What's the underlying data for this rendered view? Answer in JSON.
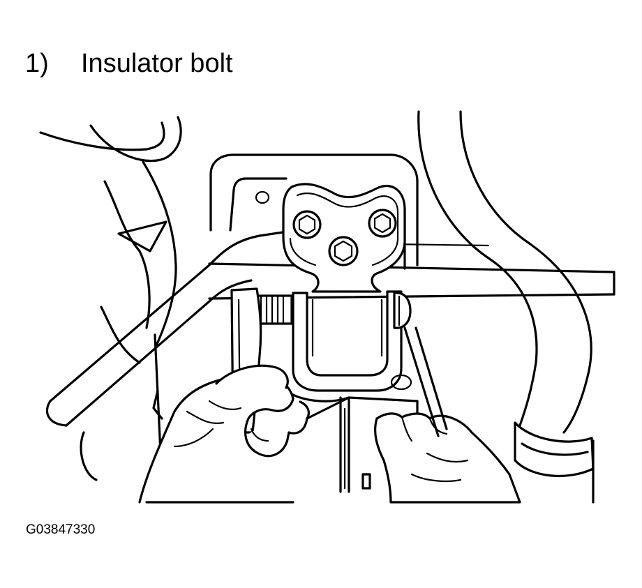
{
  "step": {
    "number": "1)",
    "label": "Insulator bolt"
  },
  "figure": {
    "code": "G03847330"
  },
  "icons": {
    "illustration": "bracket-removal-illustration"
  }
}
